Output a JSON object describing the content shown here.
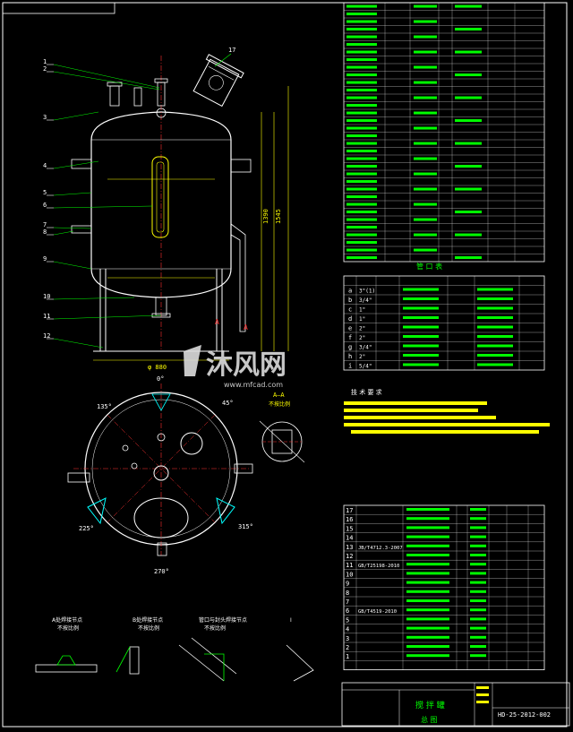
{
  "window": {
    "title": "CAD drawing viewer"
  },
  "colors": {
    "background": "#000000",
    "line_white": "#ffffff",
    "line_yellow": "#ffff00",
    "line_green": "#00ff00",
    "line_cyan": "#00ffff",
    "line_red": "#ff3030",
    "line_magenta": "#ff00ff"
  },
  "drawing": {
    "leaders": [
      "1",
      "2",
      "3",
      "4",
      "5",
      "6",
      "7",
      "8",
      "9",
      "10",
      "11",
      "12"
    ],
    "nozzle_top_label": "17",
    "dim_main": "1390",
    "dim_overall": "1545",
    "section_a_label": "A",
    "base_width_label": "φ 880",
    "plan_angles": [
      "0°",
      "45°",
      "135°",
      "225°",
      "315°",
      "270°"
    ],
    "section_aa_title": "A—A",
    "section_aa_sub": "不按比例",
    "notes_title": "技 术 要 求",
    "detail_titles": [
      "A处焊接节点",
      "B处焊接节点",
      "管口与封头焊接节点",
      "Ⅰ"
    ],
    "detail_sub": "不按比例",
    "nozzle_table_title": "管 口 表",
    "nozzle_rows": [
      "a",
      "b",
      "c",
      "d",
      "e",
      "f",
      "g",
      "h",
      "i"
    ],
    "nozzle_sizes": [
      "3\"(1)",
      "3/4\"",
      "1\"",
      "1\"",
      "2\"",
      "2\"",
      "3/4\"",
      "2\"",
      "5/4\""
    ],
    "parts_rows": [
      "17",
      "16",
      "15",
      "14",
      "13",
      "12",
      "11",
      "10",
      "9",
      "8",
      "7",
      "6",
      "5",
      "4",
      "3",
      "2",
      "1"
    ],
    "parts_standards": [
      "JB/T4712.3-2007",
      "GB/T25198-2010",
      "GB/T4519-2010"
    ],
    "title_block_drawing_no": "HD-25-2012-002",
    "title_block_name": "搅 拌 罐",
    "title_block_sub": "总 图",
    "watermark_main": "沐风网",
    "watermark_url": "www.mfcad.com"
  }
}
